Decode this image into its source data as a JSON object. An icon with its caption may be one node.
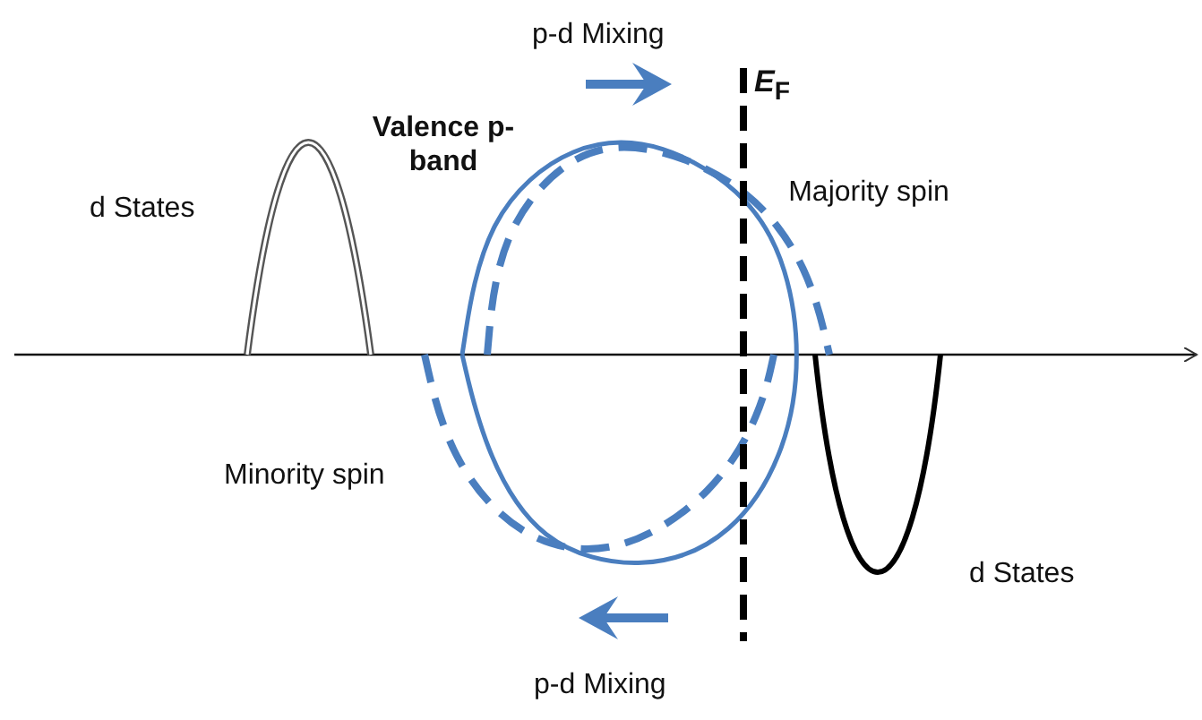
{
  "diagram": {
    "labels": [
      "p-d Mixing",
      "*E*$_{F}$",
      "Valence p- band",
      "d States",
      "Majority spin",
      "Minority spin",
      "d States",
      "p-d Mixing"
    ]
  }
}
